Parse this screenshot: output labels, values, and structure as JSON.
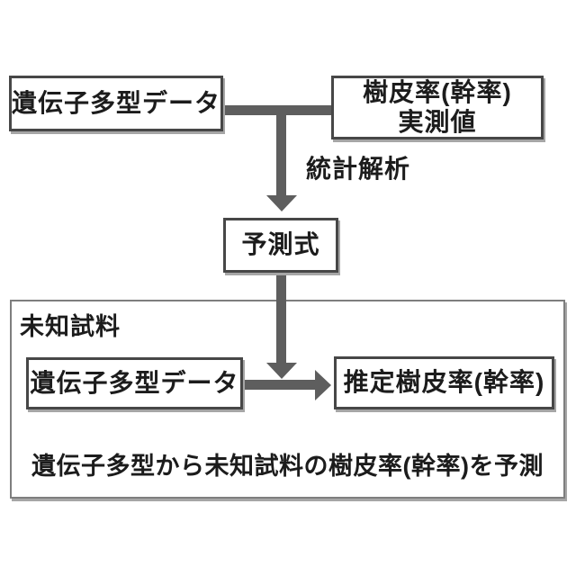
{
  "diagram": {
    "top_left_box": {
      "label": "遺伝子多型データ"
    },
    "top_right_box": {
      "line1": "樹皮率(幹率)",
      "line2": "実測値"
    },
    "statistical_analysis_label": "統計解析",
    "middle_box": {
      "label": "予測式"
    },
    "bottom_panel": {
      "title": "未知試料",
      "left_box": {
        "label": "遺伝子多型データ"
      },
      "right_box": {
        "label": "推定樹皮率(幹率)"
      },
      "caption": "遺伝子多型から未知試料の樹皮率(幹率)を予測"
    }
  },
  "colors": {
    "bg": "#ffffff",
    "text": "#1c1c1c",
    "box_border": "#474747",
    "panel_border": "#7e7e7e",
    "connector": "#5e5e5e",
    "shadow": "#a6a6a6"
  }
}
